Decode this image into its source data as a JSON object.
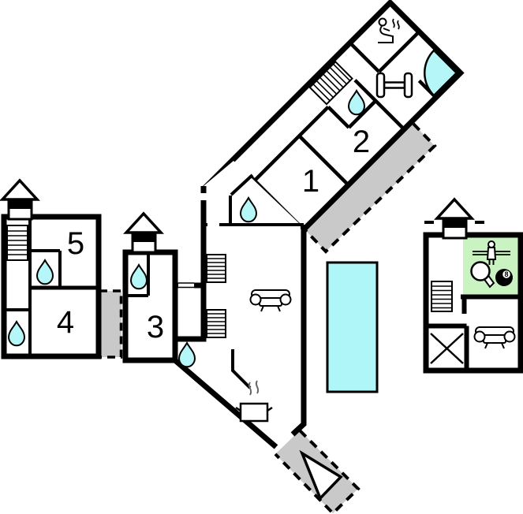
{
  "page": {
    "title": "Holiday home floor plan"
  },
  "colors": {
    "wall": "#000000",
    "water": "#b5f6f8",
    "pool": "#aff6f8",
    "terrace": "#c9c9c9",
    "games_room": "#c9f4c2"
  },
  "rooms": {
    "room1": {
      "label": "1"
    },
    "room2": {
      "label": "2"
    },
    "room3": {
      "label": "3"
    },
    "room4": {
      "label": "4"
    },
    "room5": {
      "label": "5"
    }
  },
  "icons": {
    "eight_ball_label": "8",
    "names": [
      "water-drop",
      "corner-shower",
      "sauna",
      "dumbbell",
      "sofa",
      "cooking-pot",
      "stairs",
      "house-annex",
      "foosball-player",
      "table-tennis-paddle",
      "billiard-8-ball",
      "crossed-room",
      "entrance-arrow",
      "swimming-pool",
      "terrace"
    ]
  }
}
